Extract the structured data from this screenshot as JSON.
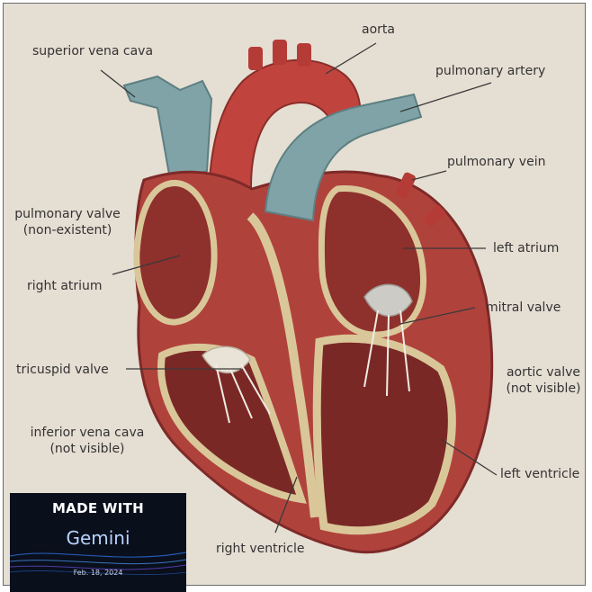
{
  "labels": {
    "aorta": "aorta",
    "superior_vena_cava": "superior vena cava",
    "pulmonary_artery": "pulmonary artery",
    "pulmonary_vein": "pulmonary vein",
    "pulmonary_valve_line1": "pulmonary valve",
    "pulmonary_valve_line2": "(non-existent)",
    "left_atrium": "left atrium",
    "right_atrium": "right atrium",
    "mitral_valve": "mitral valve",
    "tricuspid_valve": "tricuspid valve",
    "aortic_valve_line1": "aortic valve",
    "aortic_valve_line2": "(not visible)",
    "inferior_vena_cava_line1": "inferior vena cava",
    "inferior_vena_cava_line2": "(not visible)",
    "left_ventricle": "left ventricle",
    "right_ventricle": "right ventricle"
  },
  "badge": {
    "made_with": "MADE WITH",
    "brand": "Gemini",
    "date": "Feb. 18, 2024"
  },
  "colors": {
    "background": "#e5ded3",
    "muscle": "#b0423c",
    "muscle_dark": "#7e2a28",
    "vessel_blue": "#7fa3a6",
    "vessel_red": "#c0443d",
    "tissue_cream": "#d9c79a",
    "label_text": "#333333"
  }
}
